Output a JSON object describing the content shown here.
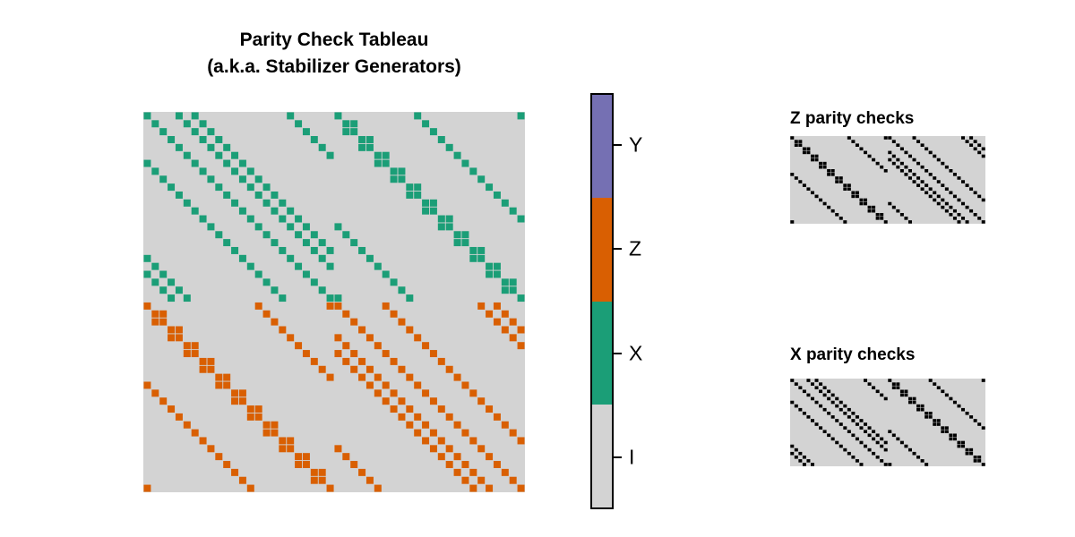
{
  "figure": {
    "title_line1": "Parity Check Tableau",
    "title_line2": "(a.k.a. Stabilizer Generators)",
    "background_color": "#ffffff"
  },
  "colorbar": {
    "segments_top_to_bottom": [
      {
        "label": "Y",
        "color": "#7570b3"
      },
      {
        "label": "Z",
        "color": "#d95f02"
      },
      {
        "label": "X",
        "color": "#1b9e77"
      },
      {
        "label": "I",
        "color": "#d3d3d3"
      }
    ],
    "border_color": "#000000"
  },
  "subplots": {
    "z_checks_title": "Z parity checks",
    "x_checks_title": "X parity checks"
  },
  "chart_data": {
    "type": "heatmap",
    "title": "Parity Check Tableau (a.k.a. Stabilizer Generators)",
    "n_qubits": 48,
    "n_x_checks": 24,
    "n_z_checks": 24,
    "row_groups": "rows 0-23 are X checks (shown X color), rows 24-47 are Z checks (shown Z color)",
    "legend": {
      "I": "#d3d3d3",
      "X": "#1b9e77",
      "Z": "#d95f02",
      "Y": "#7570b3"
    },
    "cell_background": "#d3d3d3",
    "binary_cell_color": "#000000",
    "x_checks": [
      [
        0,
        4,
        6,
        18,
        24,
        34,
        47
      ],
      [
        1,
        5,
        7,
        19,
        25,
        26,
        35
      ],
      [
        2,
        6,
        8,
        20,
        25,
        26,
        36
      ],
      [
        3,
        7,
        9,
        21,
        27,
        28,
        37
      ],
      [
        4,
        8,
        10,
        22,
        27,
        28,
        38
      ],
      [
        5,
        9,
        11,
        23,
        29,
        30,
        39
      ],
      [
        0,
        6,
        10,
        12,
        29,
        30,
        40
      ],
      [
        1,
        7,
        11,
        13,
        31,
        32,
        41
      ],
      [
        2,
        8,
        12,
        14,
        31,
        32,
        42
      ],
      [
        3,
        9,
        13,
        15,
        33,
        34,
        43
      ],
      [
        4,
        10,
        14,
        16,
        33,
        34,
        44
      ],
      [
        5,
        11,
        15,
        17,
        35,
        36,
        45
      ],
      [
        6,
        12,
        16,
        18,
        35,
        36,
        46
      ],
      [
        7,
        13,
        17,
        19,
        37,
        38,
        47
      ],
      [
        8,
        14,
        18,
        20,
        24,
        37,
        38
      ],
      [
        9,
        15,
        19,
        21,
        25,
        39,
        40
      ],
      [
        10,
        16,
        20,
        22,
        26,
        39,
        40
      ],
      [
        11,
        17,
        21,
        23,
        27,
        41,
        42
      ],
      [
        0,
        12,
        18,
        22,
        28,
        41,
        42
      ],
      [
        1,
        13,
        19,
        23,
        29,
        43,
        44
      ],
      [
        0,
        2,
        14,
        20,
        30,
        43,
        44
      ],
      [
        1,
        3,
        15,
        21,
        31,
        45,
        46
      ],
      [
        2,
        4,
        16,
        22,
        32,
        45,
        46
      ],
      [
        3,
        5,
        17,
        23,
        24,
        33,
        47
      ]
    ],
    "z_checks": [
      [
        0,
        14,
        23,
        24,
        30,
        42,
        44
      ],
      [
        1,
        2,
        15,
        25,
        31,
        43,
        45
      ],
      [
        1,
        2,
        16,
        26,
        32,
        44,
        46
      ],
      [
        3,
        4,
        17,
        27,
        33,
        45,
        47
      ],
      [
        3,
        4,
        18,
        24,
        28,
        34,
        46
      ],
      [
        5,
        6,
        19,
        25,
        29,
        35,
        47
      ],
      [
        5,
        6,
        20,
        24,
        26,
        30,
        36
      ],
      [
        7,
        8,
        21,
        25,
        27,
        31,
        37
      ],
      [
        7,
        8,
        22,
        26,
        28,
        32,
        38
      ],
      [
        9,
        10,
        23,
        27,
        29,
        33,
        39
      ],
      [
        0,
        9,
        10,
        28,
        30,
        34,
        40
      ],
      [
        1,
        11,
        12,
        29,
        31,
        35,
        41
      ],
      [
        2,
        11,
        12,
        30,
        32,
        36,
        42
      ],
      [
        3,
        13,
        14,
        31,
        33,
        37,
        43
      ],
      [
        4,
        13,
        14,
        32,
        34,
        38,
        44
      ],
      [
        5,
        15,
        16,
        33,
        35,
        39,
        45
      ],
      [
        6,
        15,
        16,
        34,
        36,
        40,
        46
      ],
      [
        7,
        17,
        18,
        35,
        37,
        41,
        47
      ],
      [
        8,
        17,
        18,
        24,
        36,
        38,
        42
      ],
      [
        9,
        19,
        20,
        25,
        37,
        39,
        43
      ],
      [
        10,
        19,
        20,
        26,
        38,
        40,
        44
      ],
      [
        11,
        21,
        22,
        27,
        39,
        41,
        45
      ],
      [
        12,
        21,
        22,
        28,
        40,
        42,
        46
      ],
      [
        0,
        13,
        23,
        29,
        41,
        43,
        47
      ]
    ]
  }
}
